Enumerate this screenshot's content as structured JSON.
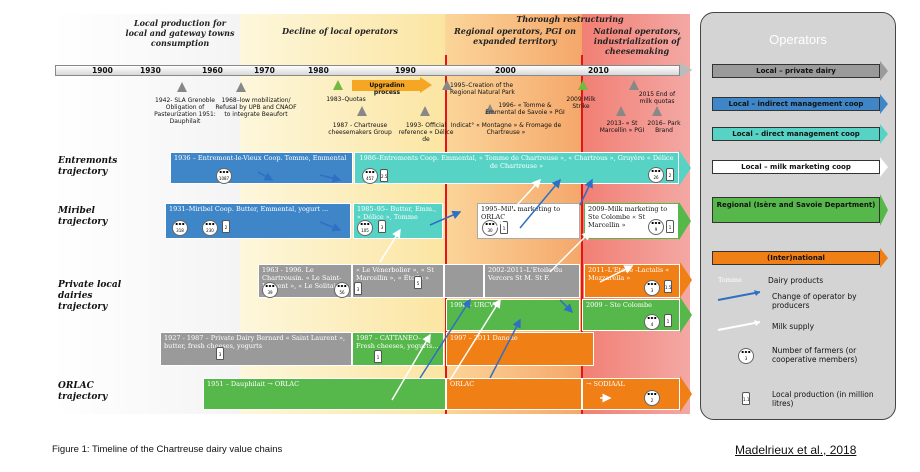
{
  "periods": [
    {
      "id": "p1",
      "label": "Local production for local and gateway towns consumption"
    },
    {
      "id": "p2",
      "label": "Decline of local operators"
    },
    {
      "id": "p3a",
      "label": "Thorough restructuring"
    },
    {
      "id": "p3",
      "label": "Regional operators, PGI on expanded territory"
    },
    {
      "id": "p4",
      "label": "National operators, industrialization of cheesemaking"
    }
  ],
  "years": [
    "1900",
    "1930",
    "1960",
    "1970",
    "1980",
    "1990",
    "2000",
    "2010"
  ],
  "events": [
    {
      "id": "e1",
      "text": "1942- SLA Grenoble Obligation of Pasteurization 1951: Dauphilait"
    },
    {
      "id": "e2",
      "text": "1968–low mobilization/ Refusal by UPB and CNAOF to integrate Beaufort"
    },
    {
      "id": "e3",
      "text": "1983–Quotas"
    },
    {
      "id": "e4",
      "text": "Upgradinn process"
    },
    {
      "id": "e5",
      "text": "1987 - Chartreuse cheesemakers Group"
    },
    {
      "id": "e6",
      "text": "1993- Official reference « Délice de"
    },
    {
      "id": "e7",
      "text": "1995–Creation of the Regional Natural Park"
    },
    {
      "id": "e8",
      "text": "1996- « Tomme & Emmental de Savoie » PGI"
    },
    {
      "id": "e9",
      "text": "Indicat° « Montagne » & Fromage de Chartreuse »"
    },
    {
      "id": "e10",
      "text": "2009 Milk Strike"
    },
    {
      "id": "e11",
      "text": "2015 End of milk quotas"
    },
    {
      "id": "e12",
      "text": "2013- « St Marcellin » PGI"
    },
    {
      "id": "e13",
      "text": "2016– Park Brand"
    }
  ],
  "trajectories": [
    {
      "id": "t1",
      "label": "Entremonts trajectory"
    },
    {
      "id": "t2",
      "label": "Miribel trajectory"
    },
    {
      "id": "t3",
      "label": "Private local dairies trajectory"
    },
    {
      "id": "t4",
      "label": "ORLAC trajectory"
    }
  ],
  "bars": {
    "b1": "1936 – Entremont-le-Vieux Coop. Tomme, Emmental",
    "b2": "1986–Entremonts Coop. Emmental, « Tomme de Chartreuse », « Chartrous », Gruyère « Délice de Chartreuse »",
    "b3": "1931–Miribel Coop. Butter, Emmental, yogurt ...",
    "b4": "1985–95– Butter, Emm., « Délice », Tomme",
    "b5": "1995–Milk marketing to ORLAC",
    "b6": "2009–Milk marketing to Ste Colombe « St Marcellin »",
    "b7": "1963 - 1996. Le Chartrousin. « Le Saint-Laurent », « Le Solitaire »",
    "b8": "« Le Vénerbolier », « St Marcellin », « Étoile »",
    "b9": "2002-2011–L'Etoile du Vercors St M. St F.",
    "b10": "2011–L'Etoile -Lactalis « Mozzarella »",
    "b11": "1996 – URCVL",
    "b12": "2009 – Ste Colombe",
    "b13": "1927 - 1987 – Private Dairy Bernard « Saint Laurent », butter, fresh cheeses, yogurts",
    "b14": "1987 – CATTANEO– Fresh cheeses, yogurts...",
    "b15": "1997 – 2011 Danone",
    "b16": "1951 – Dauphilait → ORLAC",
    "b17": "ORLAC",
    "b18": "→ SODIAAL"
  },
  "legend": {
    "title": "Operators",
    "items": [
      {
        "label": "Local – private dairy",
        "color": "#9a9a9a"
      },
      {
        "label": "Local – indirect management coop",
        "color": "#3f86c9"
      },
      {
        "label": "Local – direct management coop",
        "color": "#57d3c6"
      },
      {
        "label": "Local – milk marketing coop",
        "color": "#ffffff"
      },
      {
        "label": "Regional (Isère and Savoie Department)",
        "color": "#56b84a"
      },
      {
        "label": "(Inter)national",
        "color": "#f07f16"
      }
    ],
    "symbols": [
      {
        "label": "Dairy products",
        "sample": "Tomme"
      },
      {
        "label": "Change of operator by producers"
      },
      {
        "label": "Milk supply"
      },
      {
        "label": "Number of farmers (or cooperative members)"
      },
      {
        "label": "Local production (in million litres)"
      }
    ]
  },
  "caption": "Figure 1: Timeline of the Chartreuse dairy value chains",
  "citation": "Madelrieux et al., 2018",
  "colors": {
    "private": "#9a9a9a",
    "indirect": "#3f86c9",
    "direct": "#57d3c6",
    "regional": "#56b84a",
    "national": "#f07f16",
    "quota_line": "#e3141c"
  }
}
